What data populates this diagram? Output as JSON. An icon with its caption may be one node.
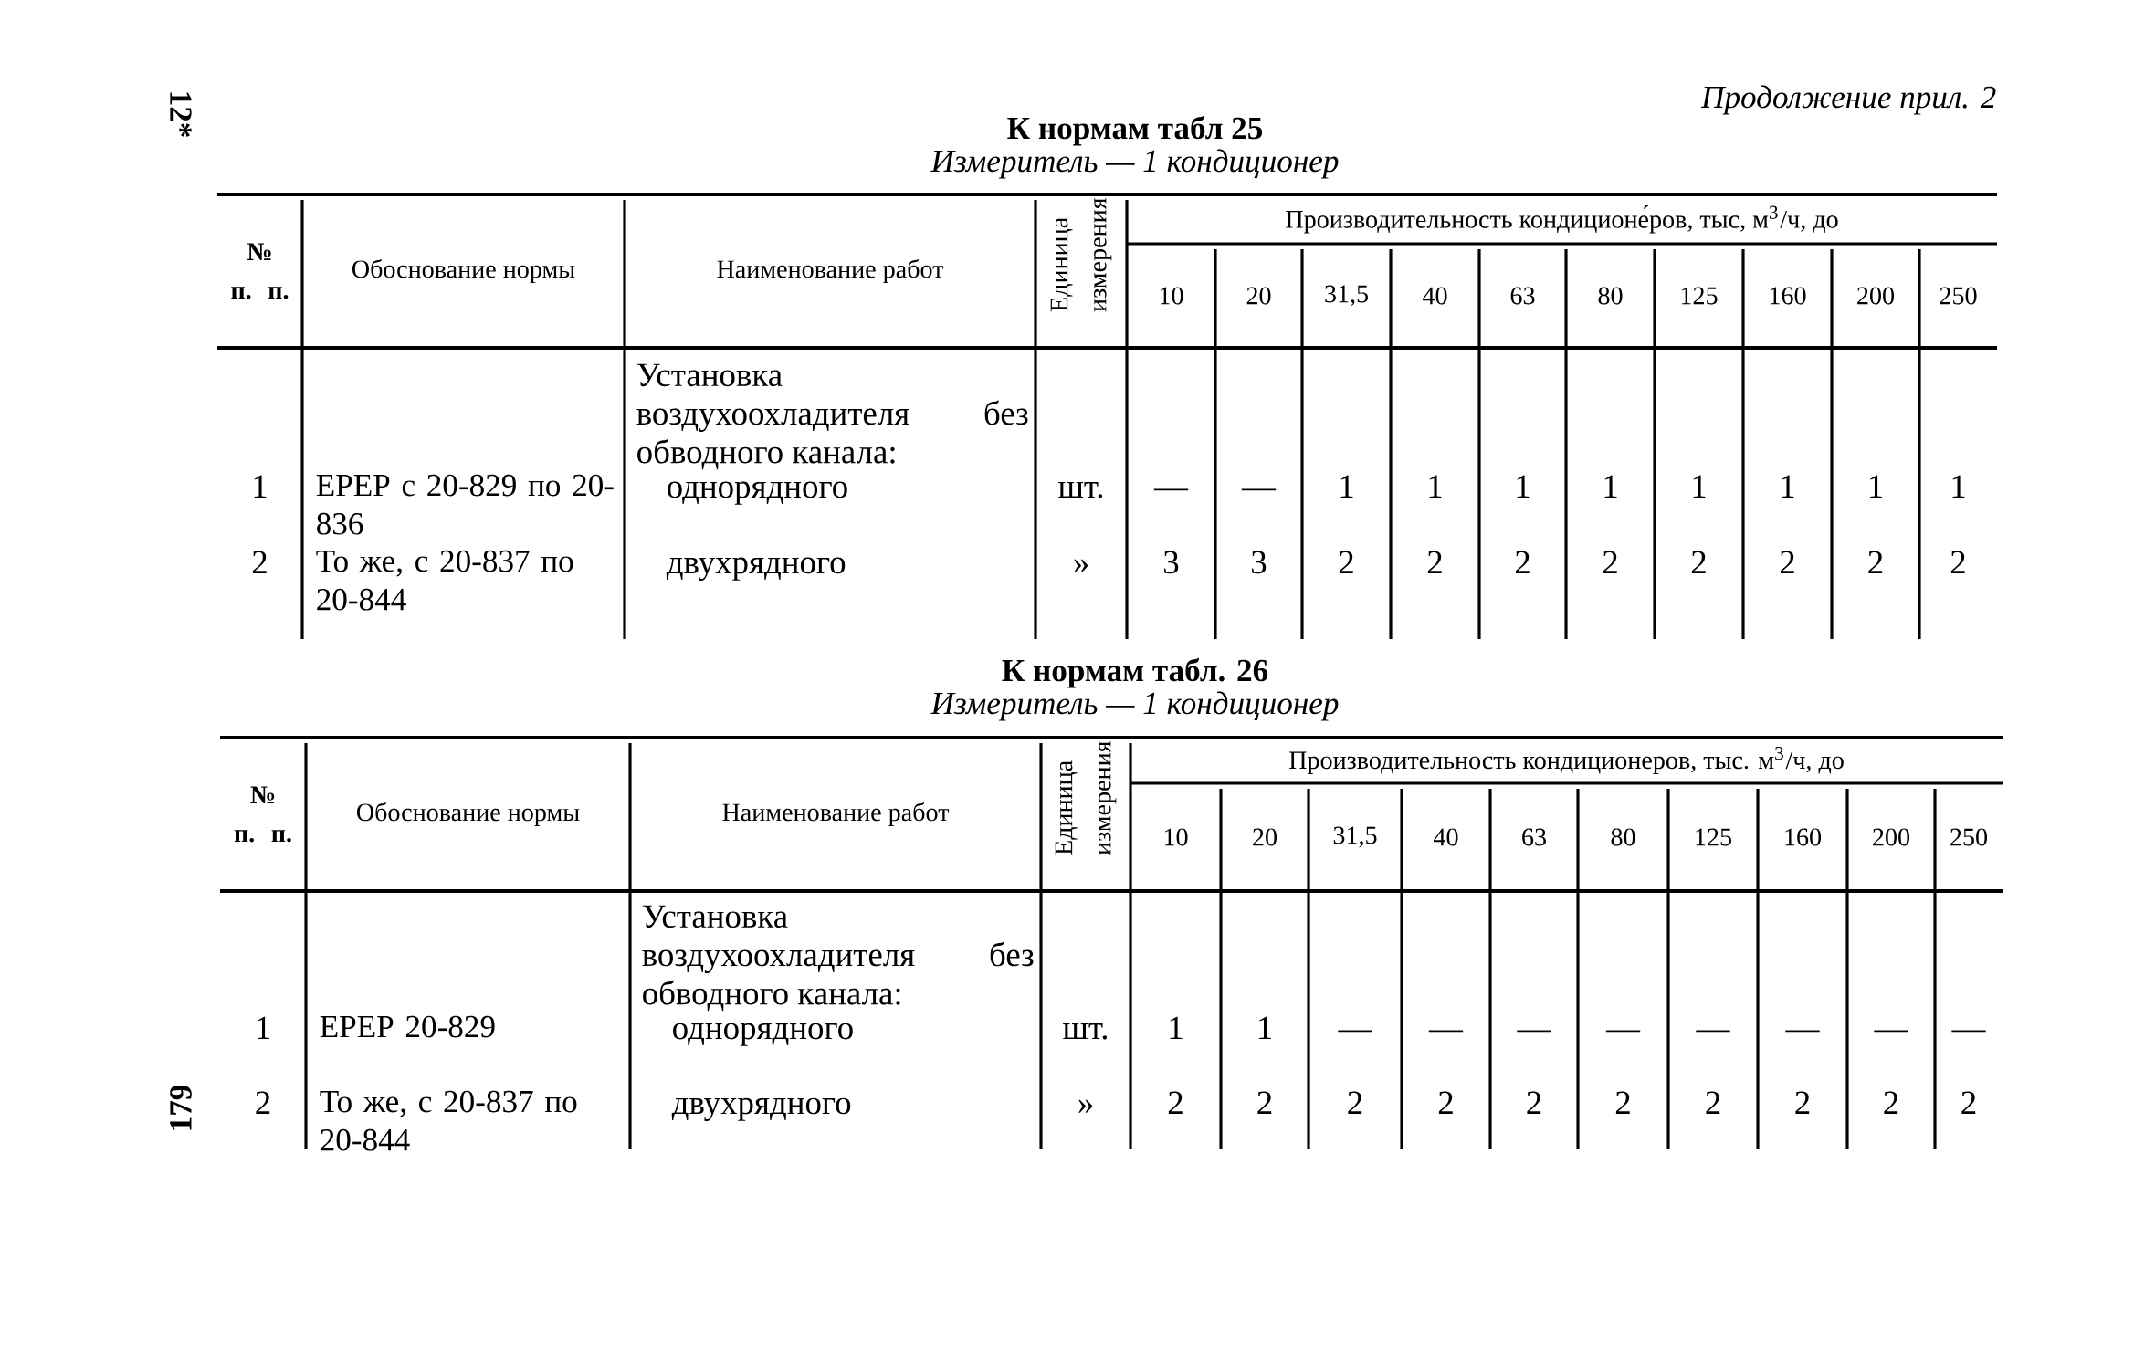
{
  "diagram": {
    "labels": [
      "12*",
      "Продолжение прил. 2",
      "К нормам табл 25",
      "Измеритель — 1 кондиционер",
      "№ п. п.",
      "Обоснование нормы",
      "Наименование работ",
      "Единица измерения",
      "Производительность кондиционе́ров, тыс, м$^{3}$/ч, до",
      "10",
      "20",
      "31,5",
      "40",
      "63",
      "80",
      "125",
      "160",
      "200",
      "250",
      "1",
      "ЕРЕР с 20-829 по 20-836",
      "Установка воздухоохладителя без обводного канала:",
      "однорядного",
      "шт.",
      "—",
      "—",
      "1",
      "1",
      "1",
      "1",
      "1",
      "1",
      "1",
      "1",
      "2",
      "То же, с 20-837 по 20-844",
      "двухрядного",
      "»",
      "3",
      "3",
      "2",
      "2",
      "2",
      "2",
      "2",
      "2",
      "2",
      "2",
      "К нормам табл. 26",
      "Измеритель — 1 кондиционер",
      "№ п. п.",
      "Обоснование нормы",
      "Наименование работ",
      "Единица измерения",
      "Производительность кондиционеров, тыс. м$^{3}$/ч, до",
      "10",
      "20",
      "31,5",
      "40",
      "63",
      "80",
      "125",
      "160",
      "200",
      "250",
      "1",
      "ЕРЕР 20-829",
      "Установка воздухоохладителя без обводного канала:",
      "однорядного",
      "шт.",
      "1",
      "1",
      "—",
      "—",
      "—",
      "—",
      "—",
      "—",
      "—",
      "—",
      "2",
      "То же, с 20-837 по 20-844",
      "двухрядного",
      "»",
      "2",
      "2",
      "2",
      "2",
      "2",
      "2",
      "2",
      "2",
      "2",
      "2",
      "179"
    ]
  }
}
